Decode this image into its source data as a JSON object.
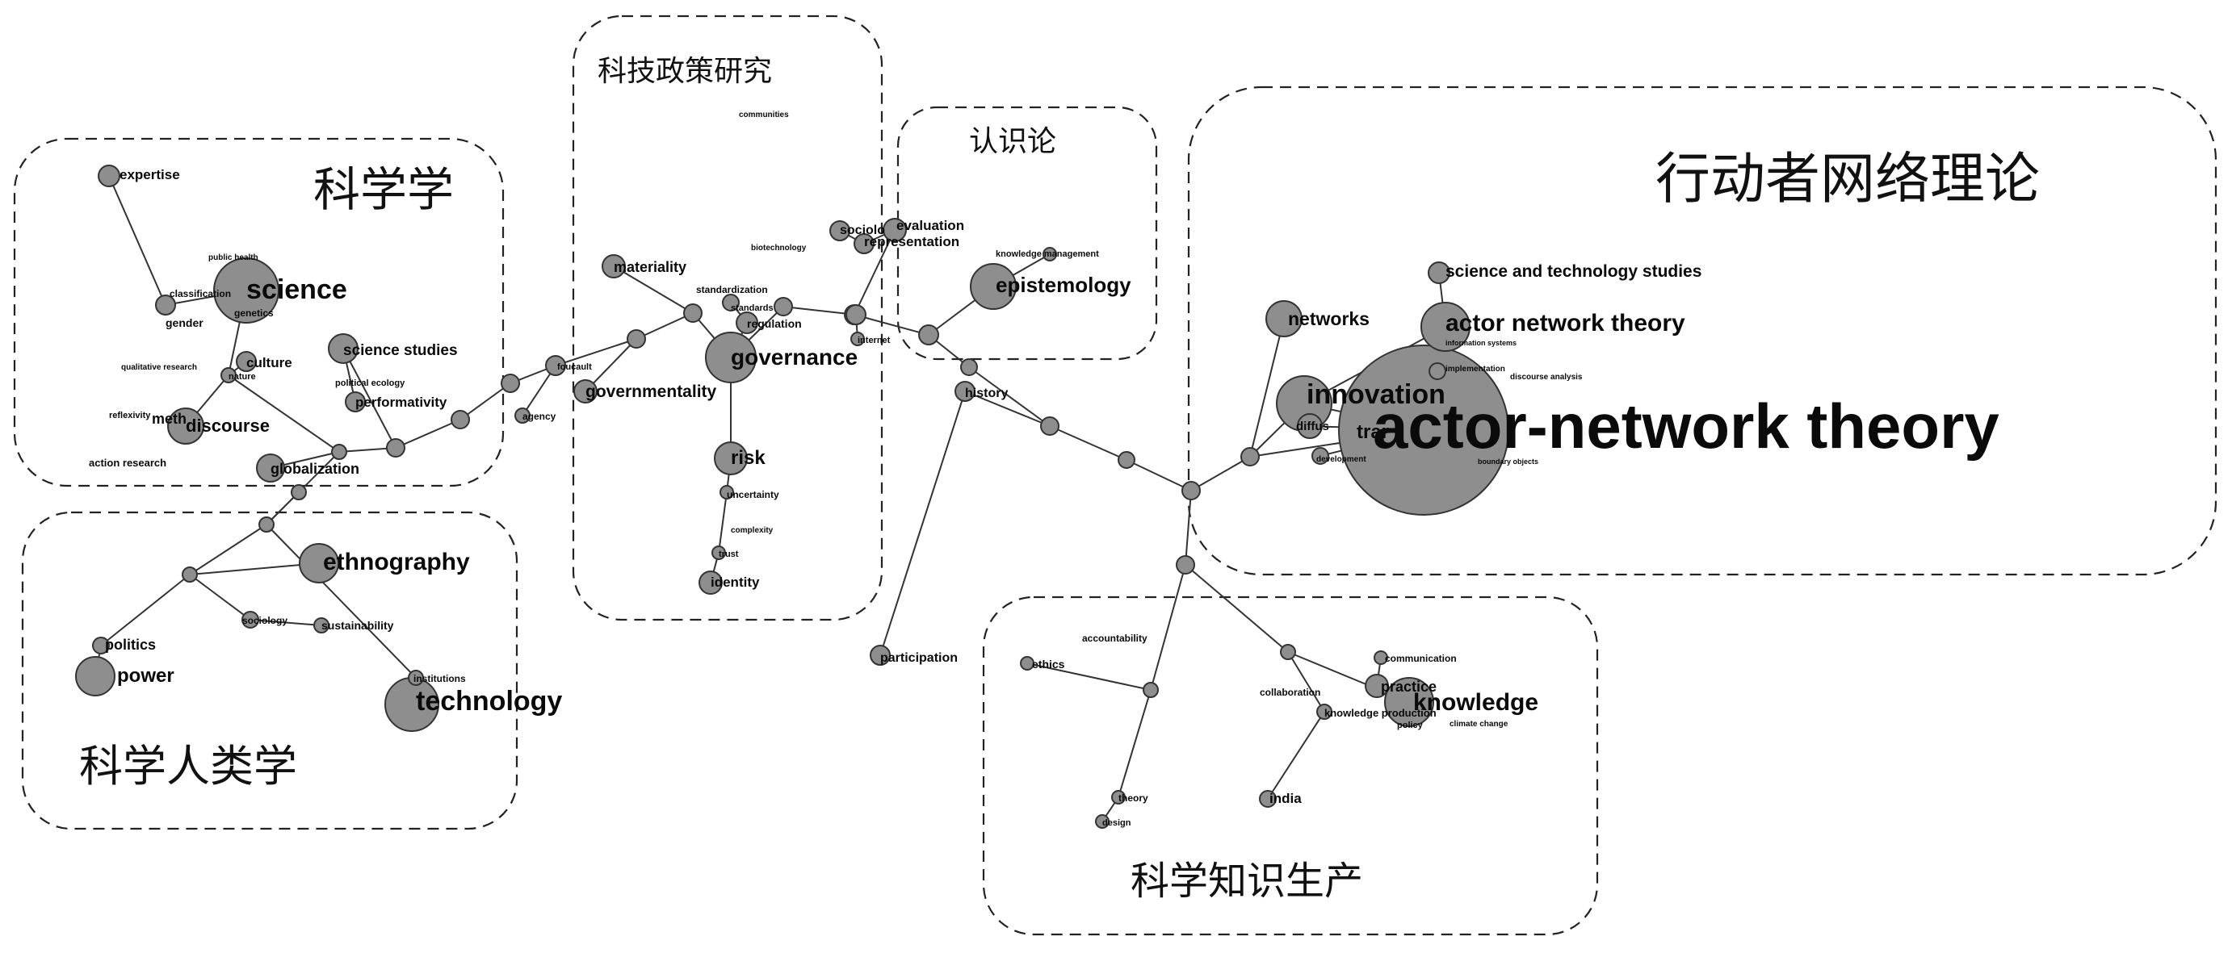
{
  "clusters": [
    {
      "id": "c_sts",
      "label": "科学学"
    },
    {
      "id": "c_pol",
      "label": "科技政策研究"
    },
    {
      "id": "c_epi",
      "label": "认识论"
    },
    {
      "id": "c_ant",
      "label": "行动者网络理论"
    },
    {
      "id": "c_anth",
      "label": "科学人类学"
    },
    {
      "id": "c_prod",
      "label": "科学知识生产"
    }
  ],
  "keywords": [
    "actor-network theory",
    "innovation",
    "actor network theory",
    "science and technology studies",
    "networks",
    "diffus",
    "trar",
    "development",
    "implementation",
    "discourse analysis",
    "information systems",
    "boundary objects",
    "epistemology",
    "evaluation",
    "representation",
    "sociolo",
    "knowledge management",
    "knowledge",
    "science",
    "expertise",
    "genetics",
    "classification",
    "public health",
    "gender",
    "culture",
    "nature",
    "science studies",
    "performativity",
    "political ecology",
    "discourse",
    "meth",
    "globalization",
    "action research",
    "reflexivity",
    "qualitative research",
    "materiality",
    "governmentality",
    "governance",
    "regulation",
    "standardization",
    "standards",
    "risk",
    "uncertainty",
    "trust",
    "identity",
    "foucault",
    "agency",
    "complexity",
    "internet",
    "biotechnology",
    "communities",
    "ethnography",
    "technology",
    "institutions",
    "politics",
    "power",
    "sociology",
    "sustainability",
    "participation",
    "history",
    "ethics",
    "accountability",
    "theory",
    "design",
    "practice",
    "communication",
    "knowledge production",
    "collaboration",
    "policy",
    "climate change",
    "india"
  ],
  "colors": {
    "node_fill": "#8e8e8e",
    "node_stroke": "#333333",
    "edge": "#333333",
    "cluster_border": "#222222"
  }
}
